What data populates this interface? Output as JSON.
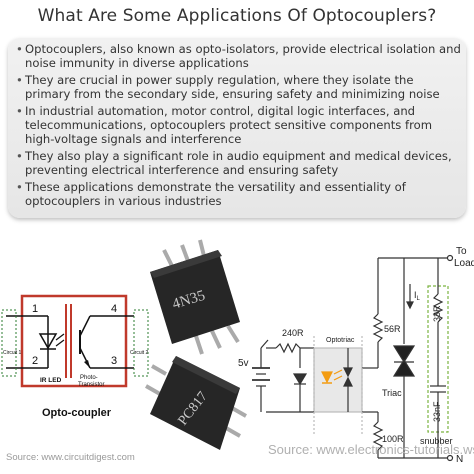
{
  "title": "What Are Some Applications Of Optocouplers?",
  "bullets": [
    "Optocouplers, also known as opto-isolators, provide electrical isolation and noise immunity in diverse applications",
    "They are crucial in power supply regulation, where they isolate the primary from the secondary side, ensuring safety and minimizing noise",
    "In industrial automation, motor control, digital logic interfaces, and telecommunications, optocouplers protect sensitive components from high-voltage signals and interference",
    "They also play a significant role in audio equipment and medical devices, preventing electrical interference and ensuring safety",
    "These applications demonstrate the versatility and essentiality of optocouplers in various industries"
  ],
  "left_diagram": {
    "pin1": "1",
    "pin2": "2",
    "pin3": "3",
    "pin4": "4",
    "circuit1": "Circuit 1",
    "circuit2": "Circuit 2",
    "ir_led": "IR LED",
    "photo": "Photo-",
    "transistor": "Transistor",
    "caption": "Opto-coupler",
    "source": "Source: www.circuitdigest.com"
  },
  "chips": {
    "chip1": "4N35",
    "chip2": "PC817"
  },
  "right_diagram": {
    "to": "To",
    "load": "Load",
    "r240": "240R",
    "optotriac": "Optotriac",
    "r56": "56R",
    "il": "I",
    "il_sub": "L",
    "v5": "5v",
    "triac": "Triac",
    "r33": "33R",
    "c33": "33nF",
    "snubber": "snubber",
    "r100": "100R",
    "neutral": "N",
    "source": "Source: www.electronics-tutorials.ws"
  },
  "colors": {
    "title": "#333333",
    "card": "#ececec",
    "diagram_red": "#c0392b",
    "snubber_green": "#7cb342",
    "led_orange": "#f39c12",
    "chip_body": "#262626"
  }
}
